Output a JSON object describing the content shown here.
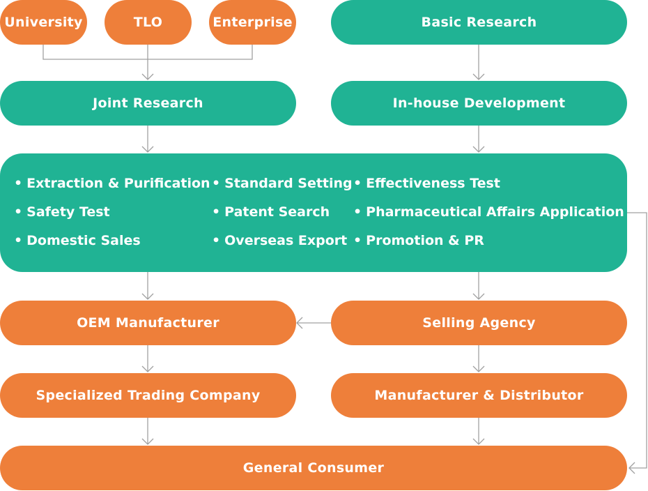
{
  "colors": {
    "orange": "#EE7F3A",
    "teal": "#20B394",
    "connector": "#A0A0A0"
  },
  "nodes": {
    "university": "University",
    "tlo": "TLO",
    "enterprise": "Enterprise",
    "basic_research": "Basic Research",
    "joint_research": "Joint Research",
    "inhouse_development": "In-house Development",
    "oem_manufacturer": "OEM Manufacturer",
    "selling_agency": "Selling Agency",
    "specialized_trading_company": "Specialized Trading Company",
    "manufacturer_distributor": "Manufacturer & Distributor",
    "general_consumer": "General Consumer"
  },
  "activities": [
    "Extraction & Purification",
    "Standard Setting",
    "Effectiveness Test",
    "Safety Test",
    "Patent Search",
    "Pharmaceutical Affairs Application",
    "Domestic Sales",
    "Overseas Export",
    "Promotion & PR"
  ],
  "bullet": "•"
}
